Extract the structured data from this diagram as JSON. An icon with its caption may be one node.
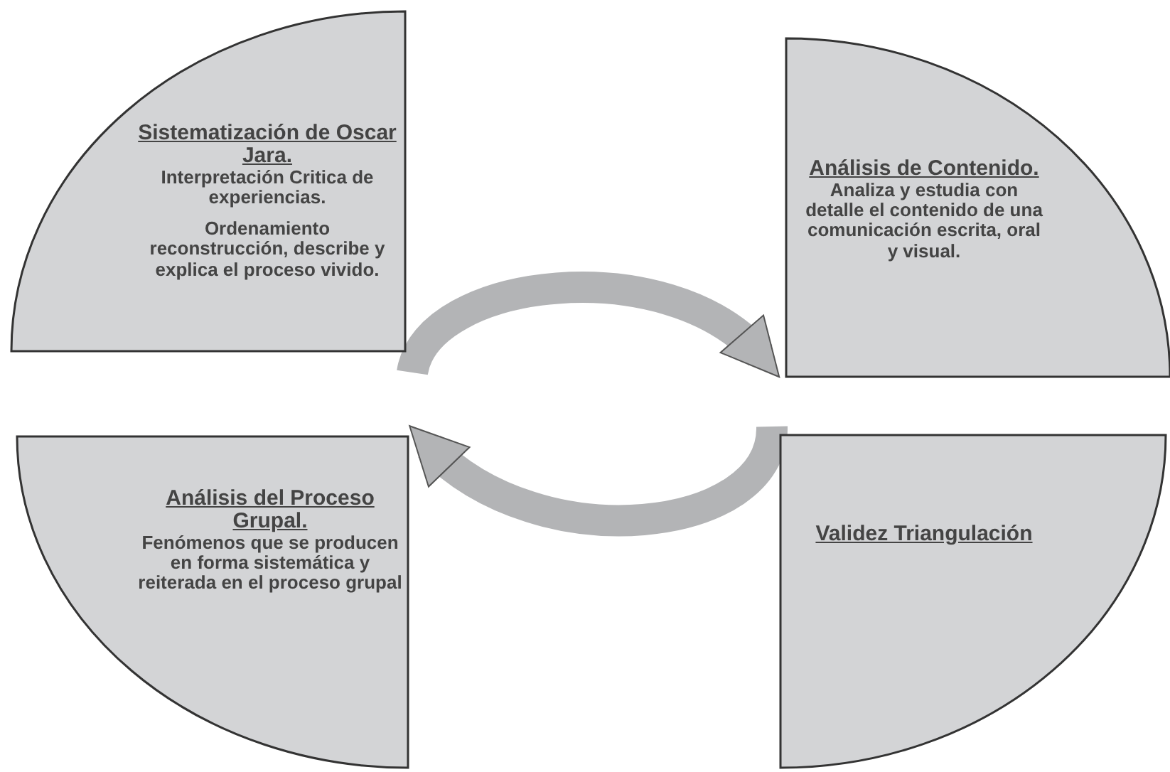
{
  "diagram": {
    "nodes": [
      {
        "text": [
          "Sistematización de Oscar Jara.",
          "Interpretación Critica de experiencias.",
          "Ordenamiento reconstrucción, describe y explica el proceso vivido."
        ]
      },
      {
        "text": [
          "Análisis de Contenido.",
          "Analiza y estudia con detalle el contenido de una comunicación escrita, oral y visual."
        ]
      },
      {
        "text": [
          "Análisis del Proceso Grupal.",
          "Fenómenos que se producen en forma sistemática y reiterada en el proceso grupal"
        ]
      },
      {
        "text": [
          "Validez Triangulación"
        ]
      }
    ],
    "edges": [
      {
        "from": 0,
        "to": 1,
        "arrow": "to"
      },
      {
        "from": 3,
        "to": 2,
        "arrow": "to"
      }
    ]
  }
}
